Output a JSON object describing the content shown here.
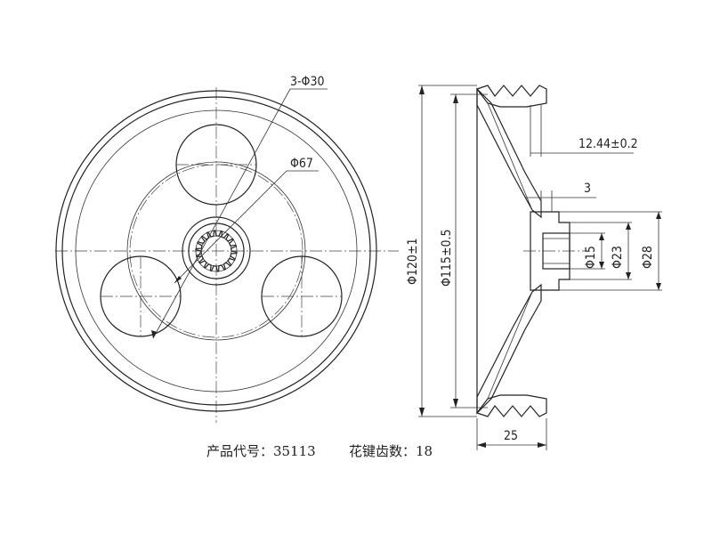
{
  "drawing": {
    "holes_label": "3-Φ30",
    "pcd_label": "Φ67",
    "outer_dia": "Φ120±1",
    "inner_dia": "Φ115±0.5",
    "groove_width": "12.44±0.2",
    "step": "3",
    "bore_dia": "Φ15",
    "hub_dia": "Φ23",
    "flange_dia": "Φ28",
    "width": "25"
  },
  "caption": {
    "product_code": "产品代号：35113",
    "spline_teeth": "花键齿数：18"
  }
}
